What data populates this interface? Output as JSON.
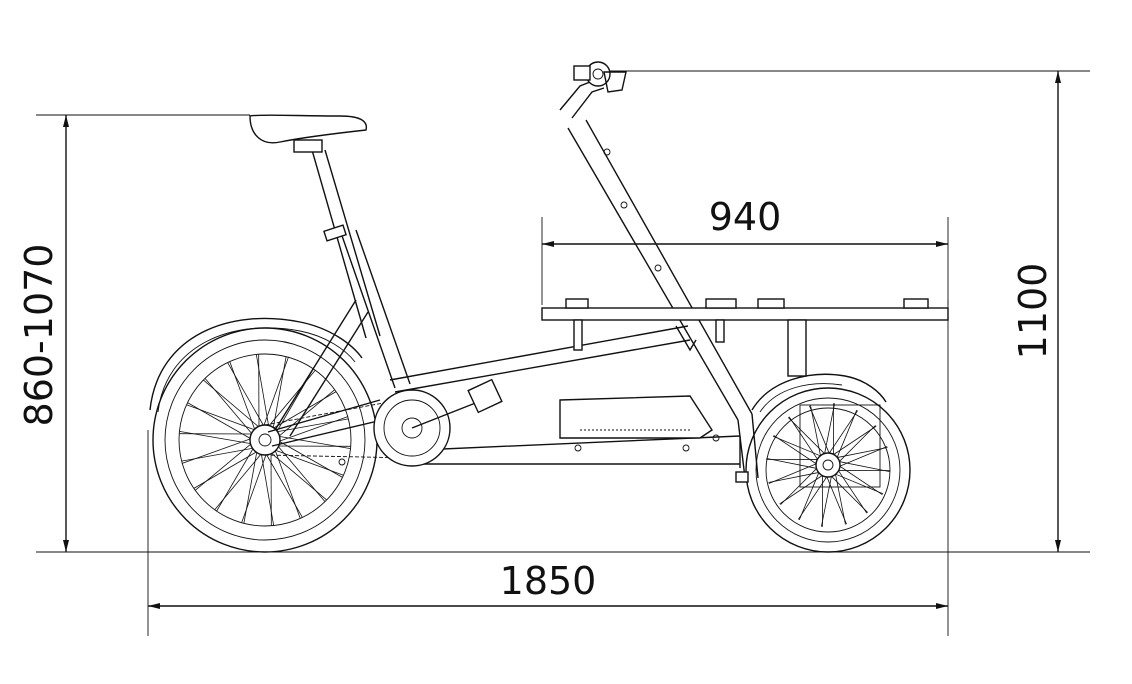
{
  "dimensions": {
    "overall_length": "1850",
    "platform_length": "940",
    "overall_height": "1100",
    "seat_height": "860-1070"
  },
  "colors": {
    "line": "#111111",
    "background": "#ffffff"
  }
}
